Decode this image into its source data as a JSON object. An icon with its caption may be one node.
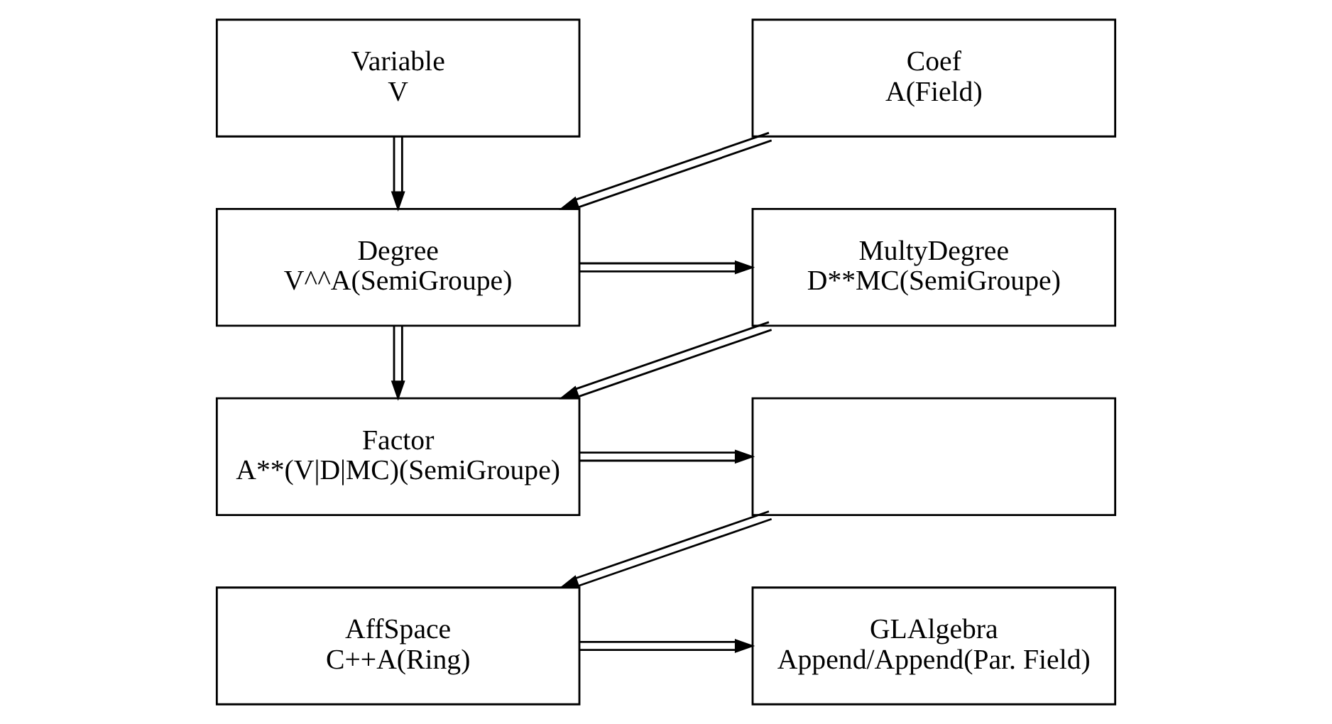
{
  "diagram": {
    "nodes": [
      {
        "text": [
          "Variable",
          "V"
        ]
      },
      {
        "text": [
          "Coef",
          "A(Field)"
        ]
      },
      {
        "text": [
          "Degree",
          "V^^A(SemiGroupe)"
        ]
      },
      {
        "text": [
          "MultyDegree",
          "D**MC(SemiGroupe)"
        ]
      },
      {
        "text": [
          "Factor",
          "A**(V|D|MC)(SemiGroupe)"
        ]
      },
      {
        "text": [],
        "shape": "box"
      },
      {
        "text": [
          "AffSpace",
          "C++A(Ring)"
        ]
      },
      {
        "text": [
          "GLAlgebra",
          "Append/Append(Par. Field)"
        ]
      }
    ],
    "edges": [
      {
        "from": 0,
        "to": 2,
        "arrow": "to"
      },
      {
        "from": 1,
        "to": 2,
        "arrow": "to"
      },
      {
        "from": 2,
        "to": 3,
        "arrow": "to"
      },
      {
        "from": 2,
        "to": 4,
        "arrow": "to"
      },
      {
        "from": 3,
        "to": 4,
        "arrow": "to"
      },
      {
        "from": 4,
        "to": 5,
        "arrow": "to"
      },
      {
        "from": 5,
        "to": 6,
        "arrow": "to"
      },
      {
        "from": 6,
        "to": 7,
        "arrow": "to"
      }
    ]
  }
}
